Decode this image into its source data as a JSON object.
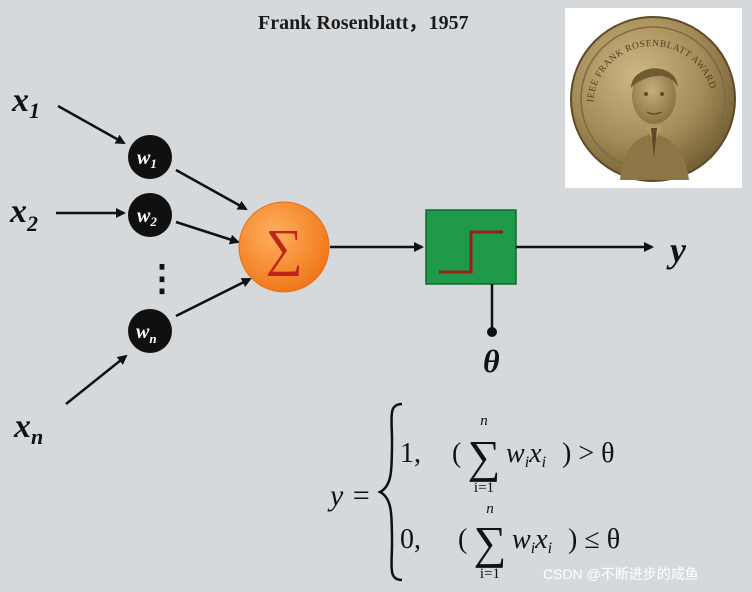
{
  "title": "Frank Rosenblatt，1957",
  "medal": {
    "inscription": "IEEE FRANK ROSENBLATT AWARD",
    "metal_color": "#a38b57"
  },
  "inputs": [
    {
      "name": "x",
      "sub": "1"
    },
    {
      "name": "x",
      "sub": "2"
    },
    {
      "name": "x",
      "sub": "n"
    }
  ],
  "weights": [
    {
      "name": "w",
      "sub": "1"
    },
    {
      "name": "w",
      "sub": "2"
    },
    {
      "name": "w",
      "sub": "n"
    }
  ],
  "ellipsis": "⋮",
  "sum_symbol": "∑",
  "output": "y",
  "threshold": "θ",
  "formula": {
    "lhs": "y =",
    "case1": {
      "value": "1,",
      "condition_open": "(",
      "sigma": "∑",
      "upper": "n",
      "lower": "i=1",
      "terms": [
        "w",
        "i",
        "x",
        "i"
      ],
      "condition_close": ") > θ"
    },
    "case2": {
      "value": "0,",
      "condition_open": "(",
      "sigma": "∑",
      "upper": "n",
      "lower": "i=1",
      "terms": [
        "w",
        "i",
        "x",
        "i"
      ],
      "condition_close": ") ≤ θ"
    }
  },
  "watermark": "CSDN @不断进步的咸鱼",
  "colors": {
    "background": "#d6d9dc",
    "weight_node": "#101010",
    "sum_node": "#f58a1f",
    "sum_symbol": "#c0231c",
    "activation_box": "#1f9a49",
    "step_line": "#9b1d15"
  }
}
